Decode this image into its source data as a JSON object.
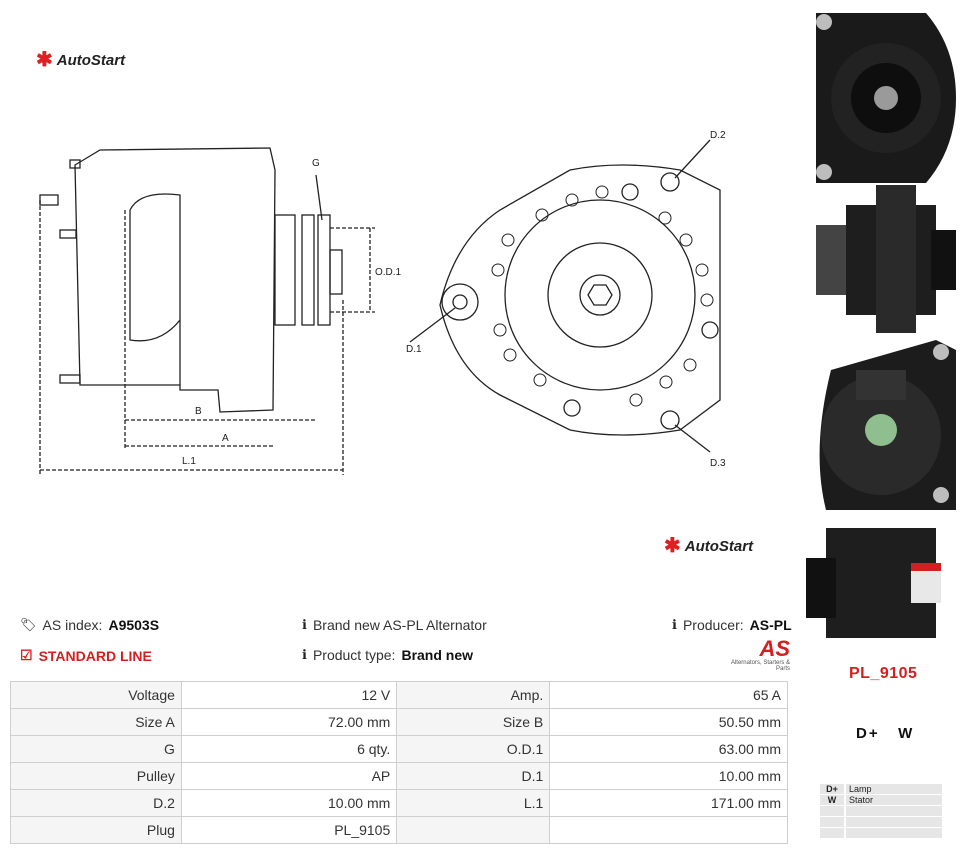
{
  "brand": {
    "name": "AutoStart"
  },
  "product": {
    "as_index_label": "AS index:",
    "as_index_value": "A9503S",
    "line": "STANDARD LINE",
    "description": "Brand new AS-PL Alternator",
    "type_label": "Product type:",
    "type_value": "Brand new",
    "producer_label": "Producer:",
    "producer_value": "AS-PL",
    "producer_logo_text": "AS",
    "producer_tagline": "Alternators, Starters & Parts"
  },
  "drawing": {
    "side_labels": {
      "g": "G",
      "od1": "O.D.1",
      "a": "A",
      "b": "B",
      "l1": "L.1"
    },
    "front_labels": {
      "d1": "D.1",
      "d2": "D.2",
      "d3": "D.3"
    }
  },
  "specs": [
    {
      "l1": "Voltage",
      "v1": "12 V",
      "l2": "Amp.",
      "v2": "65 A"
    },
    {
      "l1": "Size A",
      "v1": "72.00 mm",
      "l2": "Size B",
      "v2": "50.50 mm"
    },
    {
      "l1": "G",
      "v1": "6 qty.",
      "l2": "O.D.1",
      "v2": "63.00 mm"
    },
    {
      "l1": "Pulley",
      "v1": "AP",
      "l2": "D.1",
      "v2": "10.00 mm"
    },
    {
      "l1": "D.2",
      "v1": "10.00 mm",
      "l2": "L.1",
      "v2": "171.00 mm"
    },
    {
      "l1": "Plug",
      "v1": "PL_9105",
      "l2": "",
      "v2": ""
    }
  ],
  "plug": {
    "code": "PL_9105",
    "pins": "D+   W",
    "legend": [
      {
        "k": "D+",
        "v": "Lamp"
      },
      {
        "k": "W",
        "v": "Stator"
      },
      {
        "k": "",
        "v": ""
      },
      {
        "k": "",
        "v": ""
      },
      {
        "k": "",
        "v": ""
      }
    ]
  },
  "colors": {
    "accent": "#d41f1f",
    "table_border": "#cfcfcf"
  },
  "icons": [
    "autostart-logo-icon",
    "tags-icon",
    "info-icon",
    "checkbox-icon"
  ]
}
